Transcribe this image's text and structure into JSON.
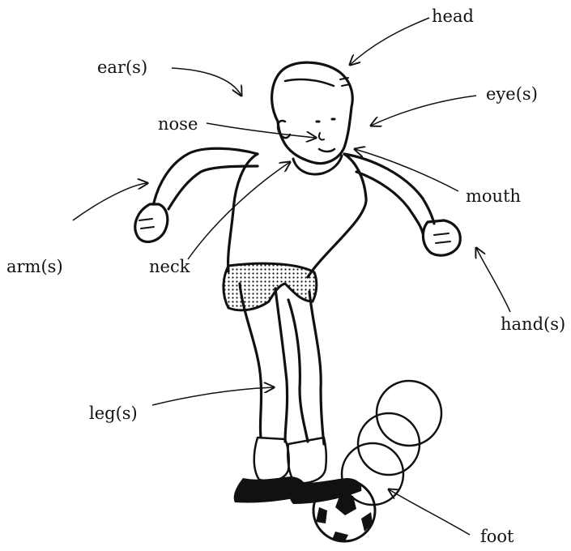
{
  "labels": {
    "head": "head",
    "ears": "ear(s)",
    "eyes": "eye(s)",
    "nose": "nose",
    "mouth": "mouth",
    "arms": "arm(s)",
    "neck": "neck",
    "hands": "hand(s)",
    "legs": "leg(s)",
    "foot": "foot"
  },
  "colors": {
    "ink": "#111111",
    "background": "#ffffff"
  }
}
